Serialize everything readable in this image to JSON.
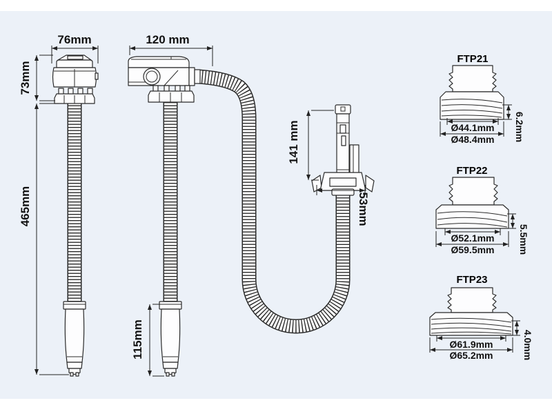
{
  "diagram": {
    "front_view": {
      "width": "76mm",
      "head_height": "73mm",
      "total_height": "465mm"
    },
    "side_view": {
      "width": "120 mm",
      "handle_height": "115mm"
    },
    "outlet_connector": {
      "height": "141 mm",
      "width": "53mm"
    },
    "fittings": [
      {
        "name": "FTP21",
        "thread_diameter": "Ø44.1mm",
        "outer_diameter": "Ø48.4mm",
        "pitch": "6.2mm"
      },
      {
        "name": "FTP22",
        "thread_diameter": "Ø52.1mm",
        "outer_diameter": "Ø59.5mm",
        "pitch": "5.5mm"
      },
      {
        "name": "FTP23",
        "thread_diameter": "Ø61.9mm",
        "outer_diameter": "Ø65.2mm",
        "pitch": "4.0mm"
      }
    ],
    "colors": {
      "panel": "#ecf1f8",
      "page": "#ffffff",
      "line": "#222222"
    }
  }
}
